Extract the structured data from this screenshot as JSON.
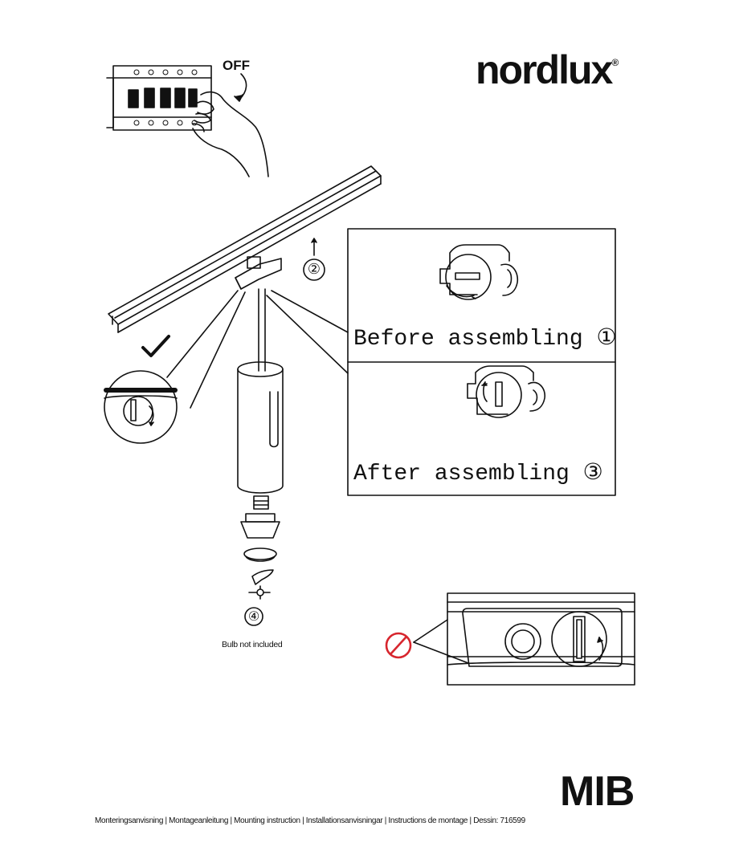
{
  "brand": {
    "name": "nordlux",
    "registered_mark": "®"
  },
  "step1": {
    "switch_label": "OFF"
  },
  "step2": {
    "marker": "②"
  },
  "step4": {
    "marker": "④",
    "note": "Bulb not included"
  },
  "panel": {
    "before_caption": "Before assembling ①",
    "after_caption": "After assembling ③"
  },
  "warning": {
    "icon": "prohibited-icon",
    "color": "#d7262e"
  },
  "product": {
    "name": "MIB"
  },
  "footer": {
    "text": "Monteringsanvisning | Montageanleitung | Mounting instruction | Installationsanvisningar | Instructions de montage | Dessin: 716599"
  }
}
